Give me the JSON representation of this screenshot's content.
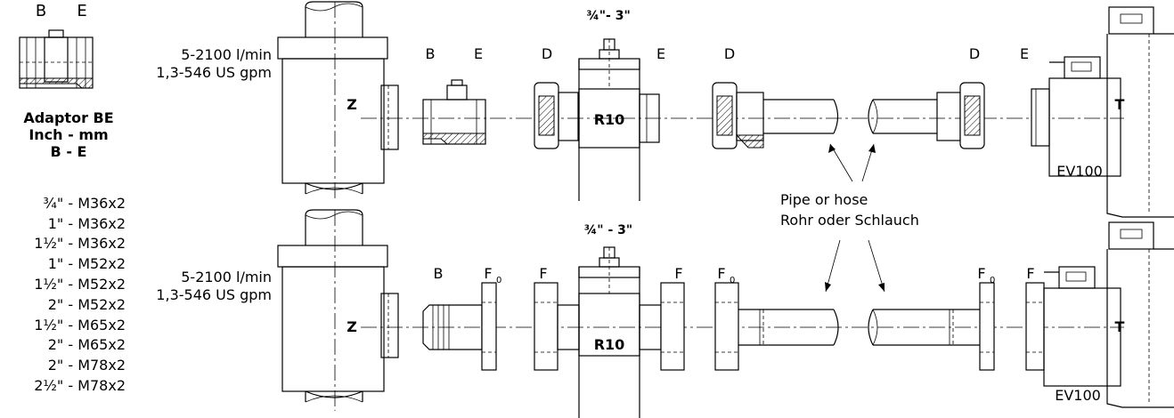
{
  "adaptor": {
    "heading": "Adaptor BE",
    "subheading": "Inch - mm",
    "column_label": "B - E",
    "letter_left": "B",
    "letter_right": "E",
    "sizes": [
      "¾\" - M36x2",
      "1\" - M36x2",
      "1½\" - M36x2",
      "1\" - M52x2",
      "1½\" - M52x2",
      "2\" - M52x2",
      "1½\" - M65x2",
      "2\" - M65x2",
      "2\" - M78x2",
      "2½\" - M78x2"
    ]
  },
  "top_row": {
    "flow_lpm": "5-2100 l/min",
    "flow_gpm": "1,3-546 US gpm",
    "size_range": "¾\"- 3\"",
    "filter": "Z",
    "valve": "R10",
    "meter": "T",
    "meter_model": "EV100",
    "letters": [
      "B",
      "E",
      "D",
      "E",
      "D",
      "D",
      "E"
    ]
  },
  "bottom_row": {
    "flow_lpm": "5-2100 l/min",
    "flow_gpm": "1,3-546 US gpm",
    "size_range": "¾\" - 3\"",
    "filter": "Z",
    "valve": "R10",
    "meter": "T",
    "meter_model": "EV100",
    "letters": [
      "B",
      "F",
      "F",
      "F",
      "F",
      "F",
      "F"
    ],
    "subscripts": [
      "0",
      "0",
      "0"
    ]
  },
  "pipe_note": {
    "line1": "Pipe or hose",
    "line2": "Rohr oder Schlauch"
  }
}
